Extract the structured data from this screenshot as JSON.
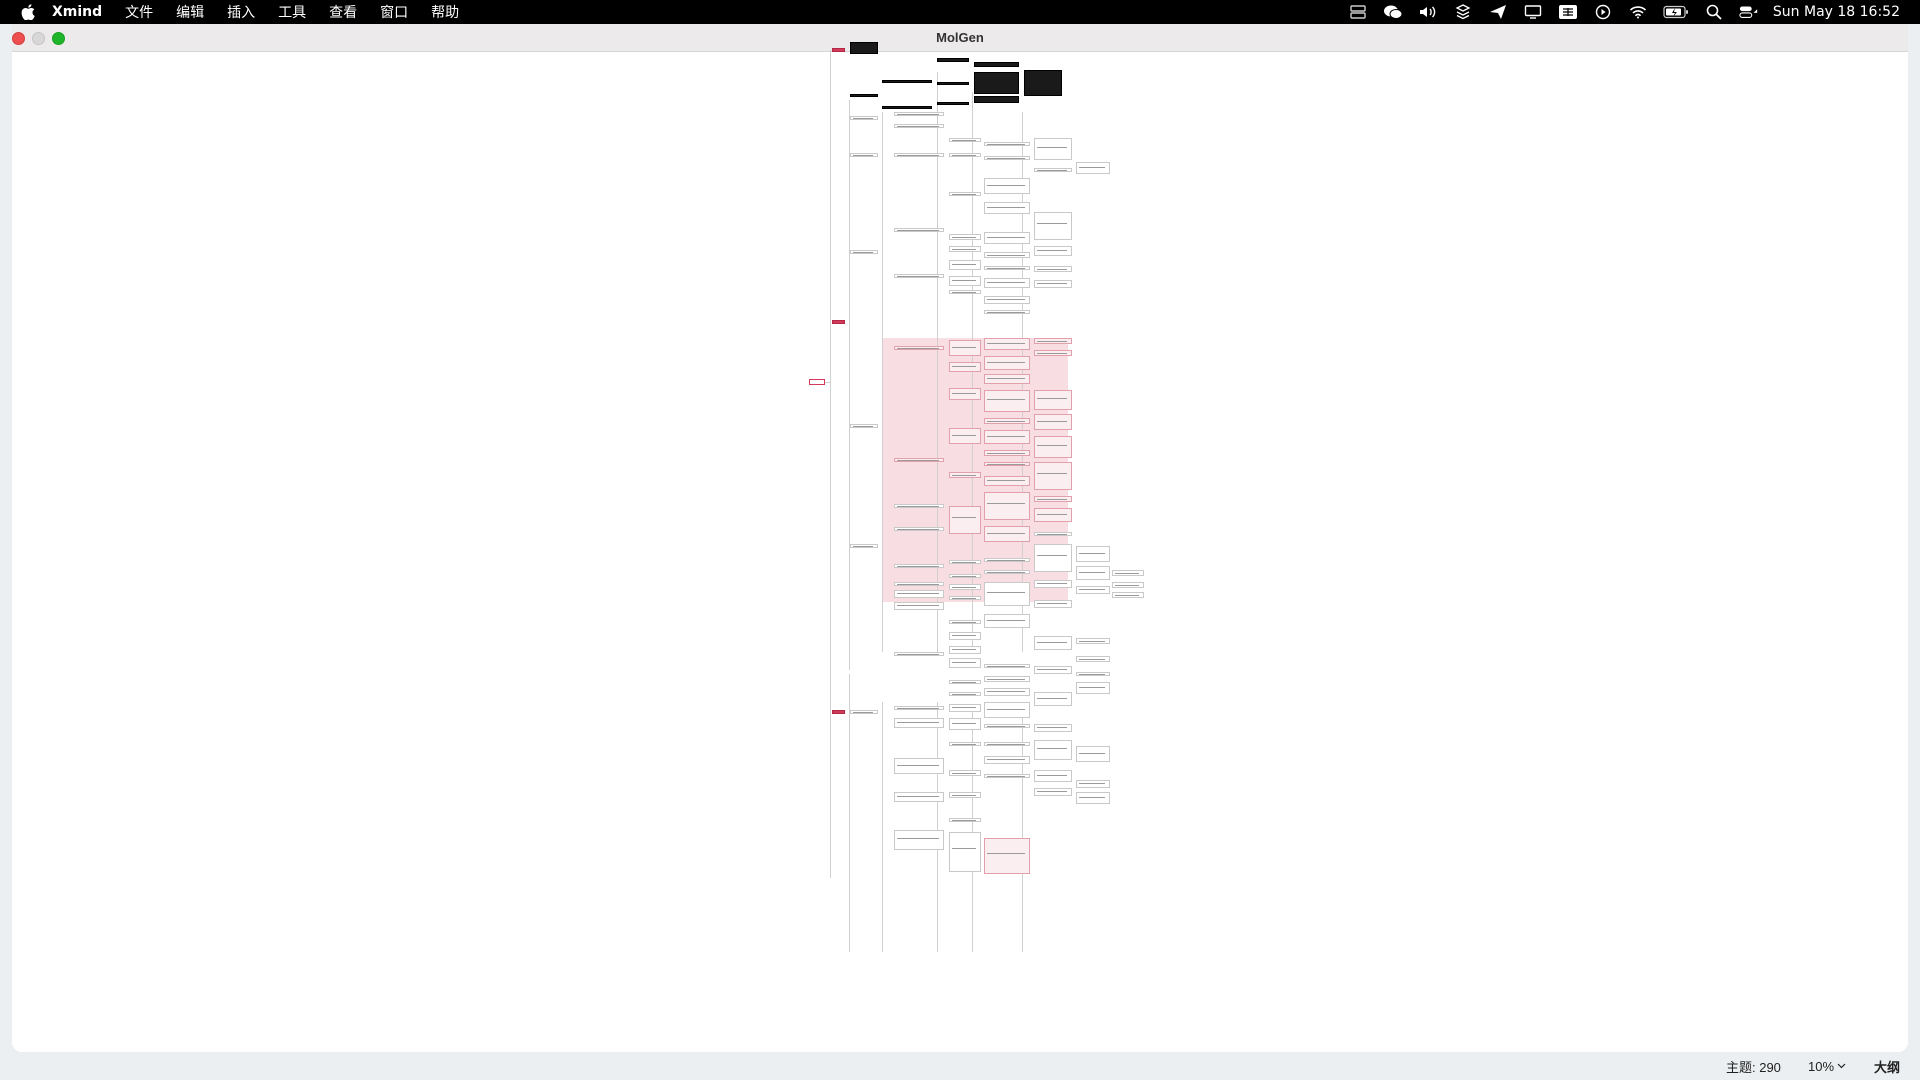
{
  "menubar": {
    "app_name": "Xmind",
    "items": [
      "文件",
      "编辑",
      "插入",
      "工具",
      "查看",
      "窗口",
      "帮助"
    ],
    "clock": "Sun May 18  16:52",
    "tray_icons": [
      "storage-icon",
      "wechat-icon",
      "volume-icon",
      "layers-icon",
      "send-icon",
      "display-icon",
      "input-method-icon",
      "play-icon",
      "wifi-icon",
      "battery-icon",
      "search-icon",
      "control-center-icon"
    ]
  },
  "window": {
    "title": "MolGen"
  },
  "statusbar": {
    "topic_count": "主题: 290",
    "zoom": "10%",
    "outline_label": "大纲"
  },
  "colors": {
    "accent_red": "#d4395a",
    "pink_highlight": "#f8dde3"
  }
}
